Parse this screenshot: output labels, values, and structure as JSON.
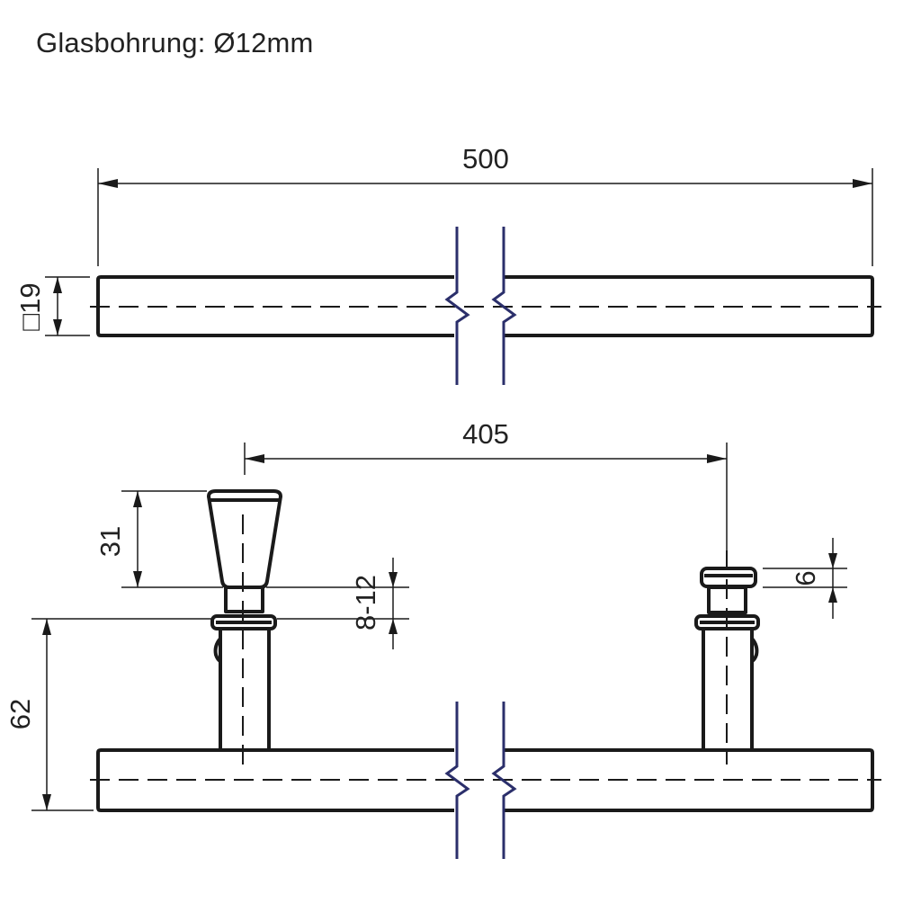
{
  "header": {
    "title": "Glasbohrung: Ø12mm"
  },
  "dimensions": {
    "overall_length": "500",
    "bar_section": "□19",
    "post_spacing": "405",
    "post_top_height": "31",
    "glass_thickness": "8-12",
    "cap_height": "6",
    "total_height": "62"
  },
  "colors": {
    "outline": "#1a1a1a",
    "break_lines": "#2b2f6b"
  }
}
